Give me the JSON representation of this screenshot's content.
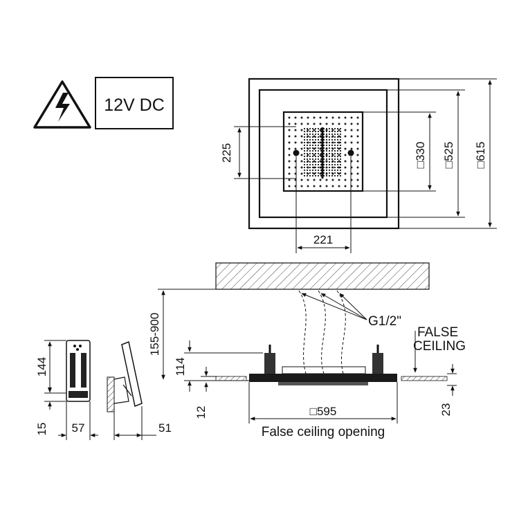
{
  "warning": {
    "icon": "electric-hazard-icon",
    "voltage_label": "12V DC"
  },
  "top_view": {
    "dim_outer": "615",
    "dim_middle": "525",
    "dim_inner": "330",
    "dim_vertical_left": "225",
    "dim_bottom": "221",
    "square_symbol": "□"
  },
  "side_view": {
    "dim_height_range": "155-900",
    "dim_114": "114",
    "dim_12": "12",
    "dim_23": "23",
    "dim_opening": "595",
    "thread_label": "G1/2\"",
    "false_ceiling_line1": "FALSE",
    "false_ceiling_line2": "CEILING",
    "opening_label": "False ceiling opening"
  },
  "control_unit": {
    "dim_144": "144",
    "dim_15": "15",
    "dim_57": "57",
    "dim_51": "51"
  }
}
